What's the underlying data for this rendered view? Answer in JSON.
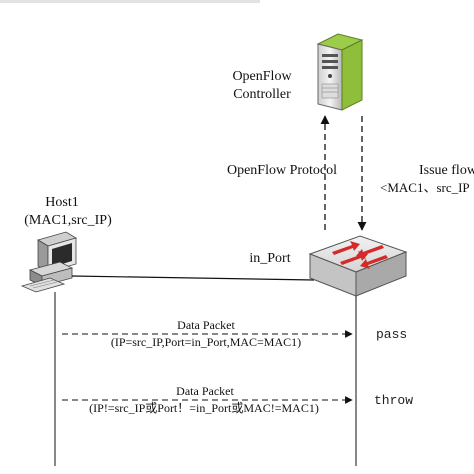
{
  "controller": {
    "label_line1": "OpenFlow",
    "label_line2": "Controller"
  },
  "protocol_label": "OpenFlow Protocol",
  "issue_flow": {
    "line1": "Issue flow",
    "line2": "<MAC1、src_IP"
  },
  "host": {
    "name": "Host1",
    "params": "(MAC1,src_IP)"
  },
  "switch_port_label": "in_Port",
  "packets": [
    {
      "title": "Data Packet",
      "detail": "(IP=src_IP,Port=in_Port,MAC=MAC1)",
      "action": "pass"
    },
    {
      "title": "Data Packet",
      "detail": "(IP!=src_IP或Port！=in_Port或MAC!=MAC1)",
      "action": "throw"
    }
  ],
  "colors": {
    "line": "#111111",
    "arrow_red": "#d42a2a",
    "server_green": "#8fbf3a",
    "switch_grey": "#d9d9d9"
  }
}
